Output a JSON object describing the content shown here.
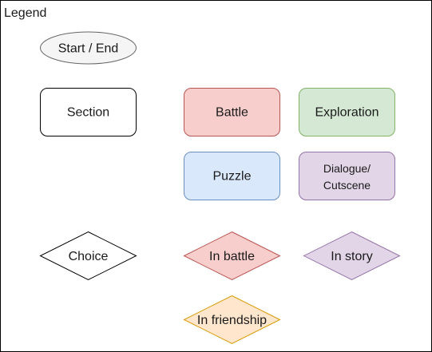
{
  "legend": {
    "title": "Legend",
    "border_color": "#000000",
    "items": {
      "start_end": {
        "label": "Start / End",
        "fill": "#f5f5f5",
        "stroke": "#666666"
      },
      "section": {
        "label": "Section",
        "fill": "#ffffff",
        "stroke": "#000000"
      },
      "battle": {
        "label": "Battle",
        "fill": "#f8cecc",
        "stroke": "#b85450"
      },
      "exploration": {
        "label": "Exploration",
        "fill": "#d5e8d4",
        "stroke": "#82b366"
      },
      "puzzle": {
        "label": "Puzzle",
        "fill": "#dae8fc",
        "stroke": "#6c8ebf"
      },
      "dialogue": {
        "label_line1": "Dialogue/",
        "label_line2": "Cutscene",
        "fill": "#e1d5e7",
        "stroke": "#9673a6"
      },
      "choice": {
        "label": "Choice",
        "fill": "#ffffff",
        "stroke": "#000000"
      },
      "in_battle": {
        "label": "In battle",
        "fill": "#f8cecc",
        "stroke": "#b85450"
      },
      "in_story": {
        "label": "In story",
        "fill": "#e1d5e7",
        "stroke": "#9673a6"
      },
      "in_friendship": {
        "label": "In friendship",
        "fill": "#ffe6cc",
        "stroke": "#d79b00"
      }
    }
  }
}
